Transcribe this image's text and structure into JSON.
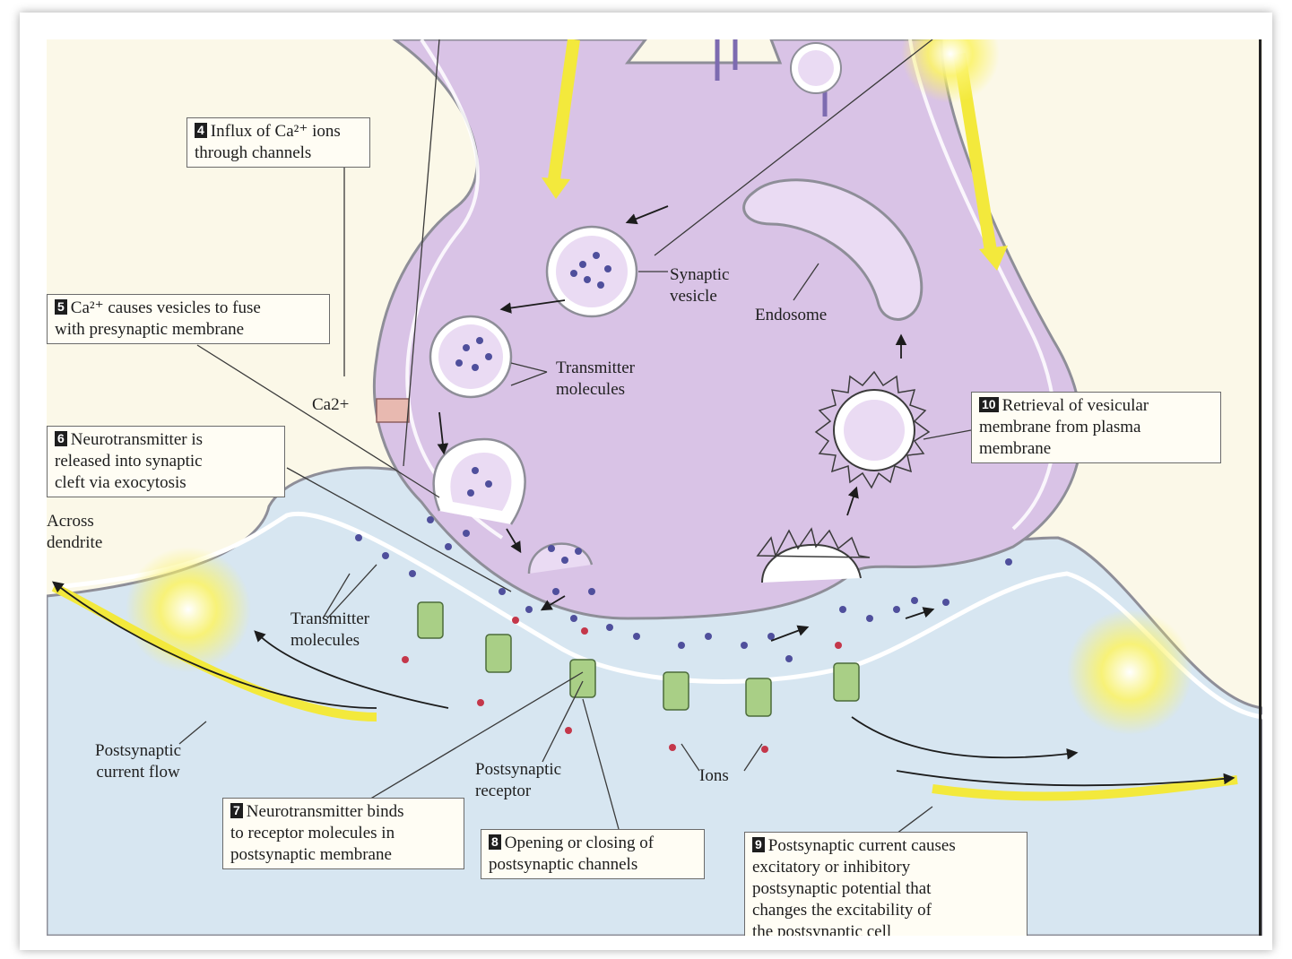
{
  "steps": {
    "s4": {
      "num": "4",
      "text": "Influx of Ca²⁺ ions\nthrough channels"
    },
    "s5": {
      "num": "5",
      "text": "Ca²⁺ causes vesicles to fuse\nwith presynaptic membrane"
    },
    "s6": {
      "num": "6",
      "text": "Neurotransmitter is\nreleased into synaptic\ncleft via exocytosis"
    },
    "s7": {
      "num": "7",
      "text": "Neurotransmitter  binds\nto receptor molecules in\npostsynaptic membrane"
    },
    "s8": {
      "num": "8",
      "text": "Opening or closing of\npostsynaptic channels"
    },
    "s9": {
      "num": "9",
      "text": "Postsynaptic current causes\nexcitatory or inhibitory\npostsynaptic potential that\nchanges the excitability of\nthe postsynaptic cell"
    },
    "s10": {
      "num": "10",
      "text": "Retrieval of vesicular\nmembrane from plasma\nmembrane"
    }
  },
  "labels": {
    "synaptic_vesicle": "Synaptic\nvesicle",
    "endosome": "Endosome",
    "transmitter_molecules_top": "Transmitter\nmolecules",
    "ca2": "Ca2+",
    "across_dendrite": "Across\ndendrite",
    "transmitter_molecules_left": "Transmitter\nmolecules",
    "postsynaptic_current_flow": "Postsynaptic\ncurrent flow",
    "postsynaptic_receptor": "Postsynaptic\nreceptor",
    "ions": "Ions"
  },
  "colors": {
    "presynaptic": "#d9c3e6",
    "postsynaptic": "#d7e6f1",
    "membrane": "#8e8e98",
    "transmitter": "#4f4f9c",
    "receptor": "#a9cf86",
    "ion": "#c4374a",
    "current": "#f3e93c"
  }
}
